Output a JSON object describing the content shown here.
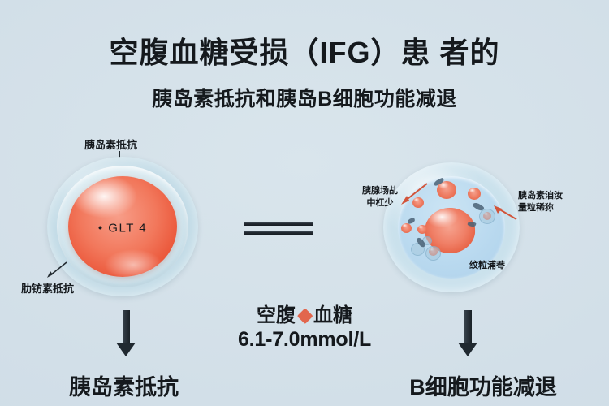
{
  "background_color": "#d4e1e9",
  "header": {
    "title": "空腹血糖受损（IFG）患 者的",
    "subtitle": "胰岛素抵抗和胰岛B细胞功能减退"
  },
  "left_cell": {
    "top_label": "胰岛素抵抗",
    "bottom_label": "肋钫素抵抗",
    "nucleus_label": "• GLT 4",
    "nucleus_color": "#ea5336",
    "membrane_color": "#c6dde8"
  },
  "center": {
    "equals_symbol": "=",
    "fbg_label_before": "空腹",
    "fbg_label_after": "血糖",
    "fbg_value": "6.1-7.0mmol/L",
    "diamond_color": "#e2664d"
  },
  "right_cell": {
    "label_left_line1": "胰腺场乩",
    "label_left_line2": "中杠少",
    "label_right_line1": "胰岛素洎汝",
    "label_right_line2": "量粒稀狝",
    "label_bottom": "纹粒浦荂",
    "nucleus_color": "#e45b3d",
    "cytoplasm_color": "#b9d9ef"
  },
  "conclusions": {
    "left": "胰岛素抵抗",
    "right": "B细胞功能减退"
  }
}
